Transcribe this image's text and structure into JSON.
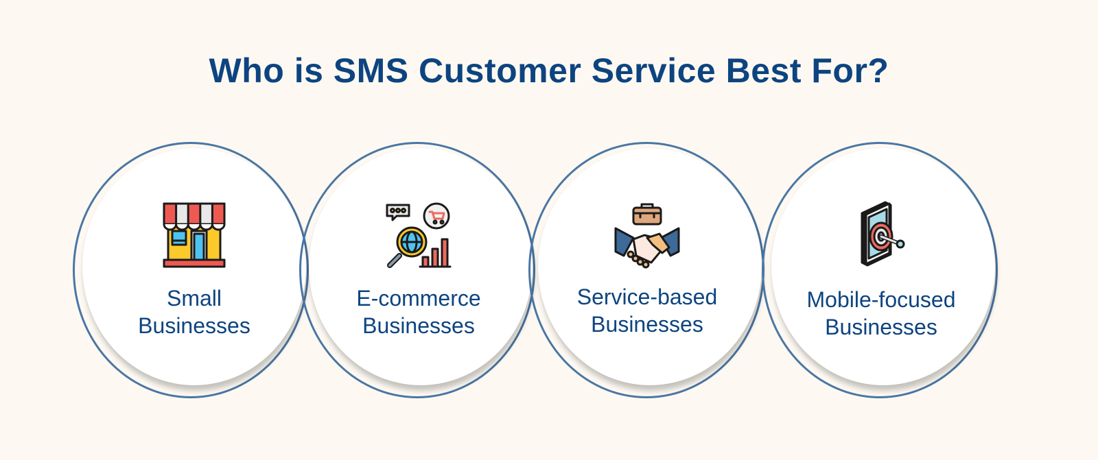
{
  "title": "Who is SMS Customer Service Best For?",
  "colors": {
    "background": "#fdf9f2",
    "title": "#0d4480",
    "ring": "#4a76a4",
    "disc": "#ffffff"
  },
  "cards": [
    {
      "line1": "Small",
      "line2": "Businesses",
      "icon": "storefront-icon"
    },
    {
      "line1": "E-commerce",
      "line2": "Businesses",
      "icon": "ecommerce-search-globe-cart-chart-icon"
    },
    {
      "line1": "Service-based",
      "line2": "Businesses",
      "icon": "handshake-briefcase-icon"
    },
    {
      "line1": "Mobile-focused",
      "line2": "Businesses",
      "icon": "mobile-target-icon"
    }
  ]
}
